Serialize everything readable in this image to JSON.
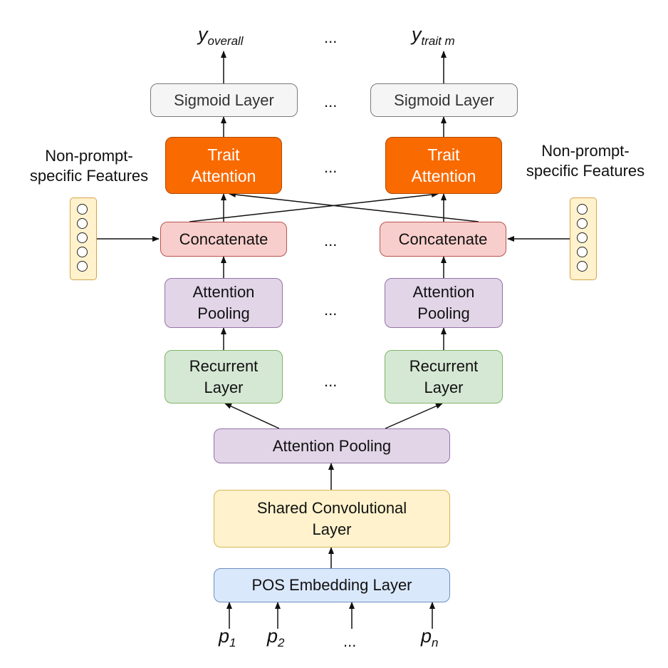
{
  "outputs": {
    "left": {
      "base": "y",
      "sub": "overall"
    },
    "right": {
      "base": "y",
      "sub": "trait m"
    },
    "ellipsis": "..."
  },
  "sigmoid": {
    "left": "Sigmoid Layer",
    "right": "Sigmoid Layer"
  },
  "trait_attention": {
    "left": "Trait\nAttention",
    "right": "Trait\nAttention"
  },
  "non_prompt_features": {
    "left": "Non-prompt-\nspecific Features",
    "right": "Non-prompt-\nspecific Features"
  },
  "concatenate": {
    "left": "Concatenate",
    "right": "Concatenate"
  },
  "attention_pooling_upper": {
    "left": "Attention\nPooling",
    "right": "Attention\nPooling"
  },
  "recurrent": {
    "left": "Recurrent\nLayer",
    "right": "Recurrent\nLayer"
  },
  "attention_pooling_shared": "Attention Pooling",
  "shared_conv": "Shared Convolutional\nLayer",
  "pos_embedding": "POS Embedding Layer",
  "inputs": [
    {
      "base": "p",
      "sub": "1"
    },
    {
      "base": "p",
      "sub": "2"
    },
    {
      "base": "...",
      "sub": ""
    },
    {
      "base": "p",
      "sub": "n"
    }
  ],
  "colors": {
    "trait": "#f96a00",
    "concatenate": "#f8cecc",
    "attention": "#e1d5e7",
    "recurrent": "#d5e8d4",
    "convolutional": "#fff2cc",
    "embedding": "#dae8fc",
    "sigmoid": "#f5f5f5"
  }
}
